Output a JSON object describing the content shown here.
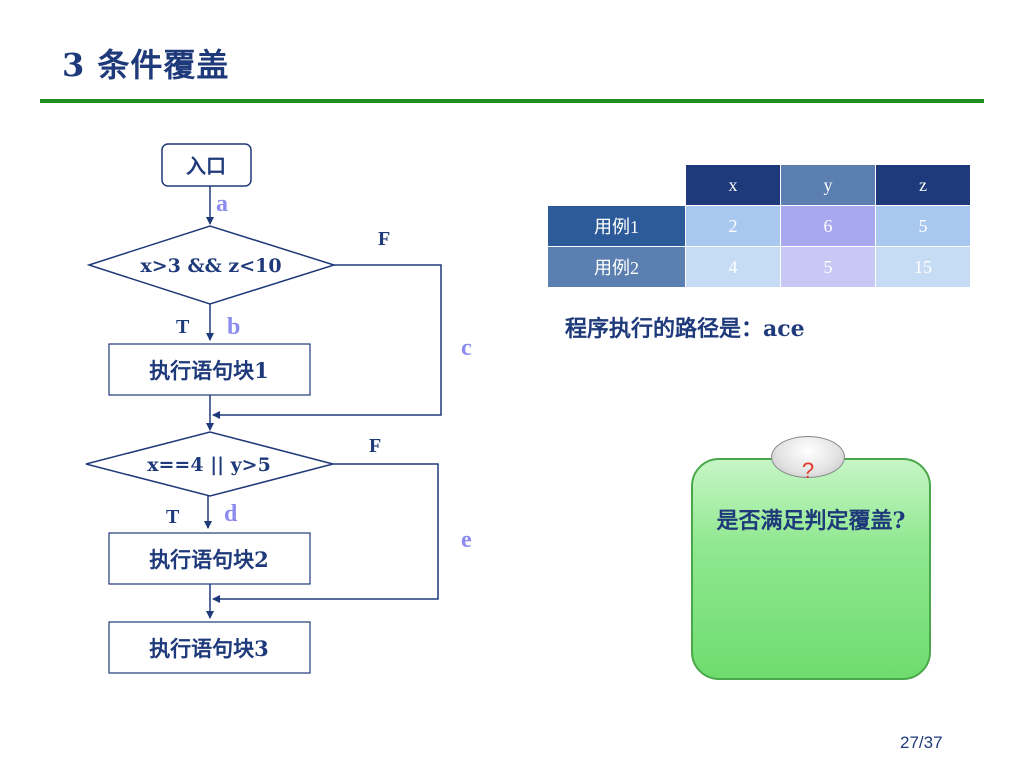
{
  "title": "3 条件覆盖",
  "flowchart": {
    "entry": "入口",
    "decision1": "x>3 && z<10",
    "decision2": "x==4 || y>5",
    "block1": "执行语句块1",
    "block2": "执行语句块2",
    "block3": "执行语句块3",
    "true_label": "T",
    "false_label": "F",
    "path_a": "a",
    "path_b": "b",
    "path_c": "c",
    "path_d": "d",
    "path_e": "e"
  },
  "table": {
    "headers": [
      "x",
      "y",
      "z"
    ],
    "rows": [
      {
        "label": "用例1",
        "values": [
          "2",
          "6",
          "5"
        ]
      },
      {
        "label": "用例2",
        "values": [
          "4",
          "5",
          "15"
        ]
      }
    ]
  },
  "path_text": "程序执行的路径是：ace",
  "callout": {
    "mark": "?",
    "text": "是否满足判定覆盖?"
  },
  "page_number": "27/37"
}
